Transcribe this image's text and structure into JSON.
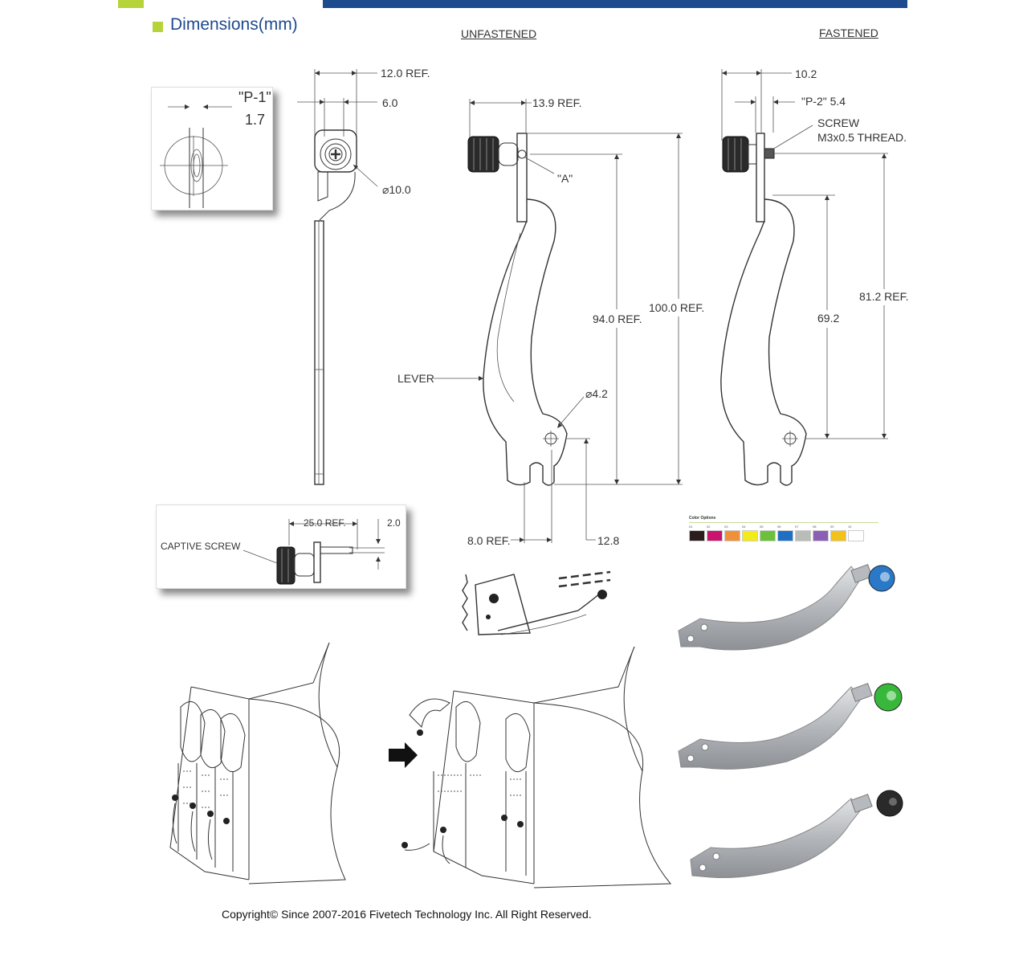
{
  "section": {
    "title": "Dimensions(mm)"
  },
  "views": {
    "unfastened": "UNFASTENED",
    "fastened": "FASTENED"
  },
  "detail_p1": {
    "label": "\"P-1\"",
    "value": "1.7"
  },
  "side_view": {
    "ref_width": "12.0 REF.",
    "head_width": "6.0",
    "diameter": "⌀10.0"
  },
  "unfastened_view": {
    "ref_width": "13.9 REF.",
    "point_label": "\"A\"",
    "lever_label": "LEVER",
    "hole_diameter": "⌀4.2",
    "ref_height_94": "94.0 REF.",
    "ref_height_100": "100.0 REF.",
    "ref_bottom": "8.0 REF.",
    "bottom_offset": "12.8"
  },
  "fastened_view": {
    "width": "10.2",
    "detail_p2": "\"P-2\" 5.4",
    "screw_label": "SCREW",
    "thread_label": "M3x0.5 THREAD.",
    "ref_height_81": "81.2 REF.",
    "height_69": "69.2"
  },
  "captive_detail": {
    "label": "CAPTIVE SCREW",
    "ref_length": "25.0 REF.",
    "thickness": "2.0"
  },
  "color_options": {
    "title": "Color Options",
    "swatches": [
      {
        "num": "01",
        "color": "#2b1d1b"
      },
      {
        "num": "02",
        "color": "#c8146e"
      },
      {
        "num": "03",
        "color": "#f0913a"
      },
      {
        "num": "04",
        "color": "#f3ea1a"
      },
      {
        "num": "05",
        "color": "#6cc13a"
      },
      {
        "num": "06",
        "color": "#1f6fc2"
      },
      {
        "num": "07",
        "color": "#b9bdb8"
      },
      {
        "num": "08",
        "color": "#8b5fb3"
      },
      {
        "num": "09",
        "color": "#f2c21b"
      },
      {
        "num": "10",
        "color": "#ffffff"
      }
    ]
  },
  "product_photos": [
    {
      "knob_color": "#2a78c8"
    },
    {
      "knob_color": "#38b83a"
    },
    {
      "knob_color": "#2a2a2a"
    }
  ],
  "footer": {
    "copyright": "Copyright© Since 2007-2016 Fivetech Technology Inc. All Right Reserved."
  }
}
